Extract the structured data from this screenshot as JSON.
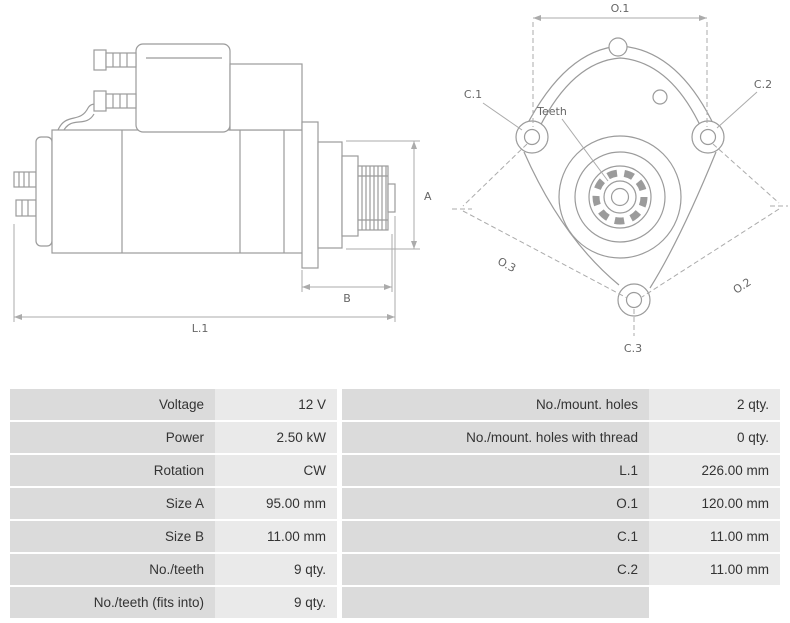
{
  "diagram": {
    "side": {
      "a": "A",
      "b": "B",
      "l1": "L.1"
    },
    "front": {
      "o1": "O.1",
      "o2": "O.2",
      "o3": "O.3",
      "c1": "C.1",
      "c2": "C.2",
      "c3": "C.3",
      "teeth": "Teeth"
    }
  },
  "specs": {
    "rows": [
      {
        "left_label": "Voltage",
        "left_value": "12 V",
        "right_label": "No./mount. holes",
        "right_value": "2 qty."
      },
      {
        "left_label": "Power",
        "left_value": "2.50 kW",
        "right_label": "No./mount. holes with thread",
        "right_value": "0 qty."
      },
      {
        "left_label": "Rotation",
        "left_value": "CW",
        "right_label": "L.1",
        "right_value": "226.00 mm"
      },
      {
        "left_label": "Size A",
        "left_value": "95.00 mm",
        "right_label": "O.1",
        "right_value": "120.00 mm"
      },
      {
        "left_label": "Size B",
        "left_value": "11.00 mm",
        "right_label": "C.1",
        "right_value": "11.00 mm"
      },
      {
        "left_label": "No./teeth",
        "left_value": "9 qty.",
        "right_label": "C.2",
        "right_value": "11.00 mm"
      },
      {
        "left_label": "No./teeth (fits into)",
        "left_value": "9 qty.",
        "right_label": "",
        "right_value": ""
      }
    ]
  },
  "colors": {
    "label_cell_bg": "#dbdbdb",
    "value_cell_bg": "#eaeaea",
    "drawing_line": "#9b9b9b",
    "dimension_line": "#ababab"
  }
}
